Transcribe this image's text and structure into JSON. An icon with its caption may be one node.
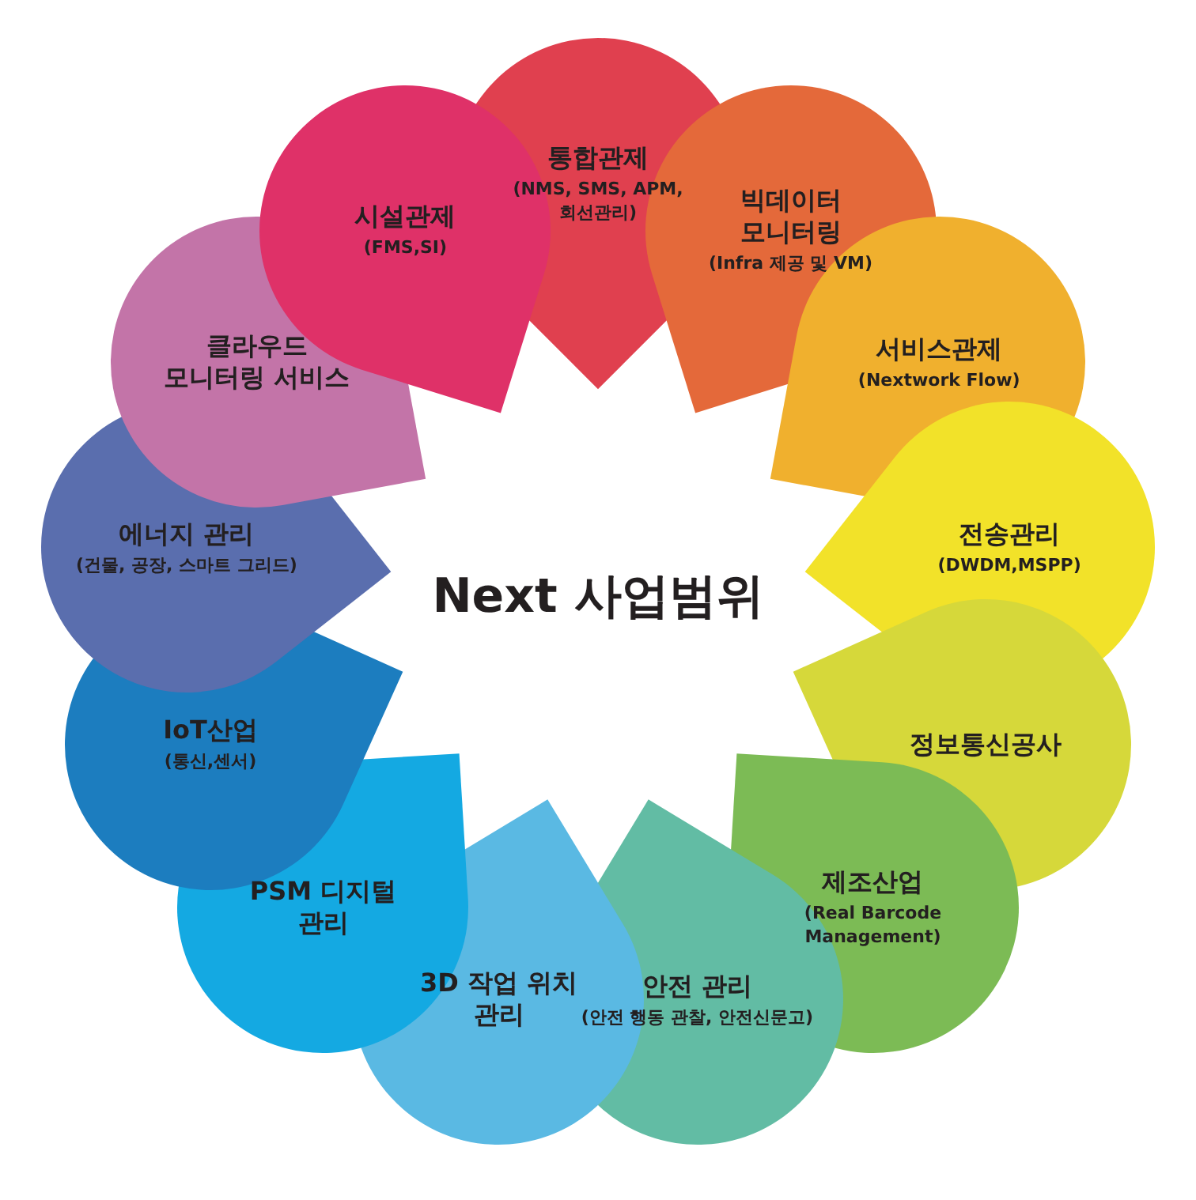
{
  "diagram": {
    "nodes": [
      {
        "text": [
          "통합관제",
          "(NMS, SMS, APM, 회선관리)"
        ]
      },
      {
        "text": [
          "빅데이터 모니터링",
          "(Infra 제공 및 VM)"
        ]
      },
      {
        "text": [
          "서비스관제",
          "(Nextwork Flow)"
        ]
      },
      {
        "text": [
          "전송관리",
          "(DWDM,MSPP)"
        ]
      },
      {
        "text": [
          "정보통신공사"
        ]
      },
      {
        "text": [
          "제조산업",
          "(Real Barcode Management)"
        ]
      },
      {
        "text": [
          "안전 관리",
          "(안전 행동 관찰, 안전신문고)"
        ]
      },
      {
        "text": [
          "3D 작업 위치 관리"
        ]
      },
      {
        "text": [
          "PSM 디지털 관리"
        ]
      },
      {
        "text": [
          "IoT산업",
          "(통신,센서)"
        ]
      },
      {
        "text": [
          "에너지 관리",
          "(건물, 공장, 스마트 그리드)"
        ]
      },
      {
        "text": [
          "클라우드 모니터링 서비스"
        ]
      },
      {
        "text": [
          "시설관제",
          "(FMS,SI)"
        ]
      }
    ],
    "labels": [
      "Next 사업범위"
    ]
  }
}
